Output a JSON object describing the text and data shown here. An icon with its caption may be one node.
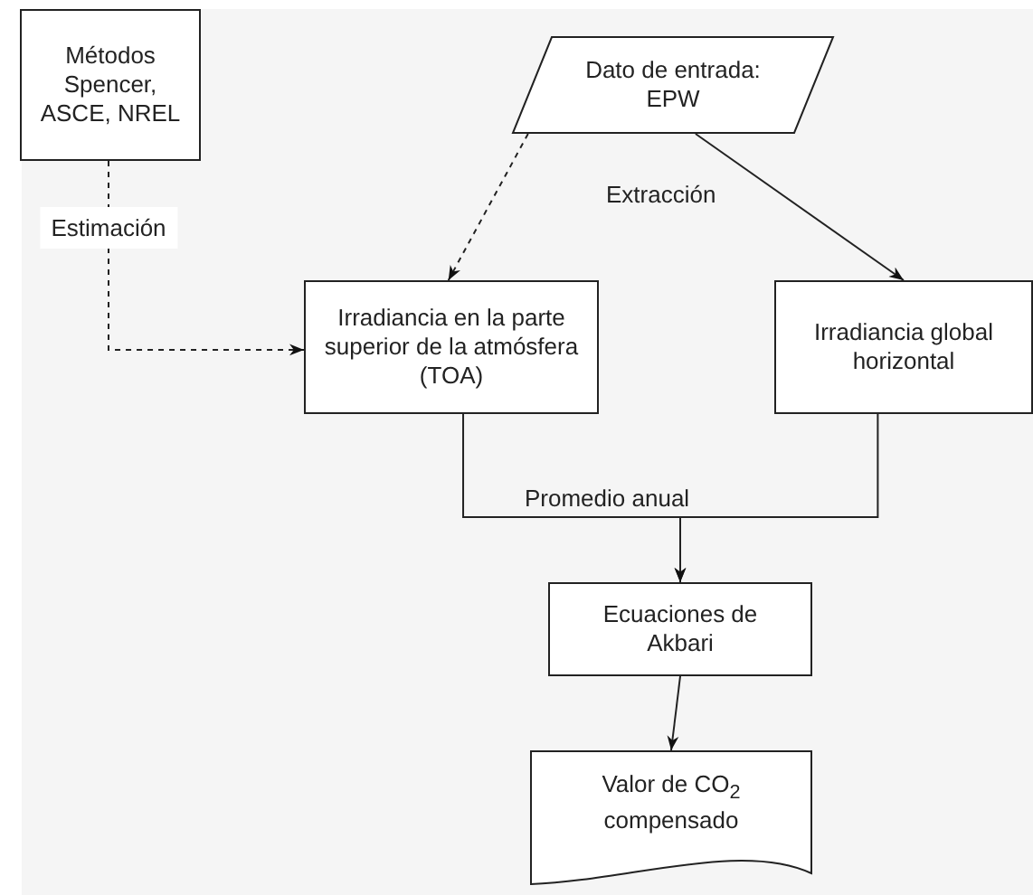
{
  "diagram": {
    "nodes": [
      {
        "text": [
          "Métodos Spencer, ASCE, NREL"
        ]
      },
      {
        "text": [
          "Dato de entrada: EPW"
        ]
      },
      {
        "text": [
          "Irradiancia en la parte superior de la atmósfera (TOA)"
        ]
      },
      {
        "text": [
          "Irradiancia global horizontal"
        ]
      },
      {
        "text": [
          "Ecuaciones de Akbari"
        ]
      },
      {
        "text": [
          "Valor de CO$_{2}$ compensado"
        ]
      }
    ],
    "edges": [
      {
        "from": 0,
        "to": 2,
        "arrow": "to",
        "style": "dashed",
        "label": "Estimación"
      },
      {
        "from": 1,
        "to": 2,
        "arrow": "to",
        "style": "dashed"
      },
      {
        "from": 1,
        "to": 3,
        "arrow": "to"
      },
      {
        "from": 2,
        "to": 4,
        "arrow": "to"
      },
      {
        "from": 3,
        "to": 4,
        "arrow": "to"
      },
      {
        "from": 4,
        "to": 5,
        "arrow": "to"
      }
    ],
    "labels": [
      "Extracción",
      "Promedio anual"
    ]
  }
}
